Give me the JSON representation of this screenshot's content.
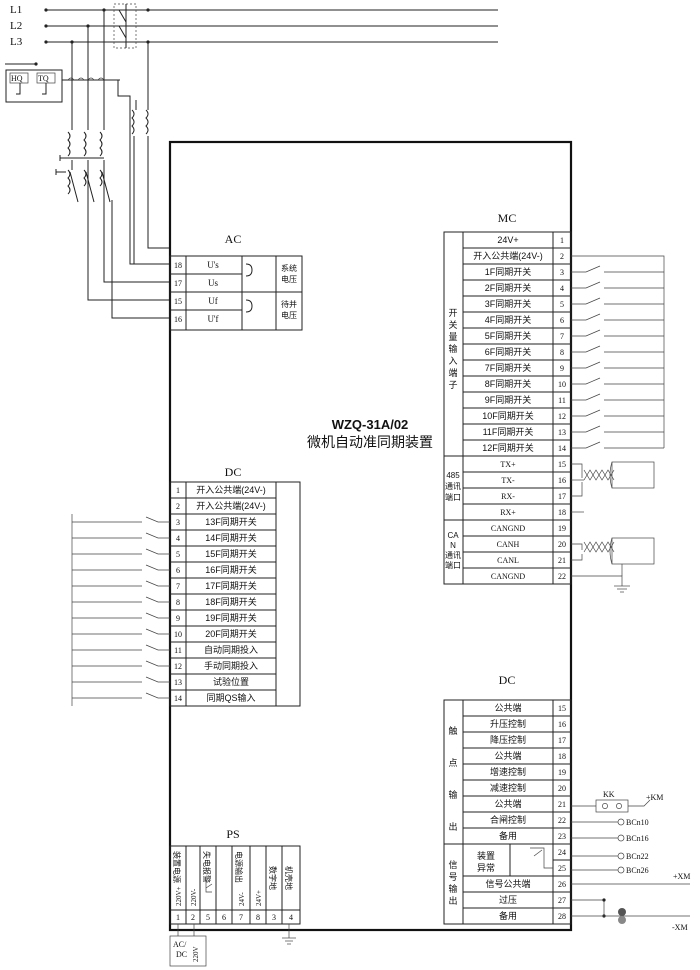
{
  "bus": {
    "l1": "L1",
    "l2": "L2",
    "l3": "L3"
  },
  "relays": {
    "hq": "HQ",
    "tq": "TQ"
  },
  "device": {
    "model": "WZQ-31A/02",
    "name": "微机自动准同期装置"
  },
  "ac": {
    "title": "AC",
    "rows": [
      {
        "num": "18",
        "label": "U's"
      },
      {
        "num": "17",
        "label": "Us"
      },
      {
        "num": "15",
        "label": "Uf"
      },
      {
        "num": "16",
        "label": "U'f"
      }
    ],
    "sys_label_1": "系统",
    "sys_label_2": "电压",
    "gen_label_1": "待并",
    "gen_label_2": "电压"
  },
  "dc_left": {
    "title": "DC",
    "rows": [
      {
        "num": "1",
        "label": "开入公共端(24V-)"
      },
      {
        "num": "2",
        "label": "开入公共端(24V-)"
      },
      {
        "num": "3",
        "label": "13F同期开关"
      },
      {
        "num": "4",
        "label": "14F同期开关"
      },
      {
        "num": "5",
        "label": "15F同期开关"
      },
      {
        "num": "6",
        "label": "16F同期开关"
      },
      {
        "num": "7",
        "label": "17F同期开关"
      },
      {
        "num": "8",
        "label": "18F同期开关"
      },
      {
        "num": "9",
        "label": "19F同期开关"
      },
      {
        "num": "10",
        "label": "20F同期开关"
      },
      {
        "num": "11",
        "label": "自动同期投入"
      },
      {
        "num": "12",
        "label": "手动同期投入"
      },
      {
        "num": "13",
        "label": "试验位置"
      },
      {
        "num": "14",
        "label": "同期QS输入"
      }
    ]
  },
  "mc": {
    "title": "MC",
    "group_label": "开关量输入端子",
    "rows": [
      {
        "num": "1",
        "label": "24V+"
      },
      {
        "num": "2",
        "label": "开入公共端(24V-)"
      },
      {
        "num": "3",
        "label": "1F同期开关"
      },
      {
        "num": "4",
        "label": "2F同期开关"
      },
      {
        "num": "5",
        "label": "3F同期开关"
      },
      {
        "num": "6",
        "label": "4F同期开关"
      },
      {
        "num": "7",
        "label": "5F同期开关"
      },
      {
        "num": "8",
        "label": "6F同期开关"
      },
      {
        "num": "9",
        "label": "7F同期开关"
      },
      {
        "num": "10",
        "label": "8F同期开关"
      },
      {
        "num": "11",
        "label": "9F同期开关"
      },
      {
        "num": "12",
        "label": "10F同期开关"
      },
      {
        "num": "13",
        "label": "11F同期开关"
      },
      {
        "num": "14",
        "label": "12F同期开关"
      },
      {
        "num": "15",
        "label": "TX+"
      },
      {
        "num": "16",
        "label": "TX-"
      },
      {
        "num": "17",
        "label": "RX-"
      },
      {
        "num": "18",
        "label": "RX+"
      },
      {
        "num": "19",
        "label": "CANGND"
      },
      {
        "num": "20",
        "label": "CANH"
      },
      {
        "num": "21",
        "label": "CANL"
      },
      {
        "num": "22",
        "label": "CANGND"
      }
    ],
    "rs485_label": [
      "485",
      "通讯",
      "端口"
    ],
    "can_label": [
      "CA",
      "N",
      "通讯",
      "端口"
    ]
  },
  "dc_right": {
    "title": "DC",
    "contact_label": [
      "触",
      "点",
      "输",
      "出"
    ],
    "signal_label": [
      "信",
      "号",
      "输",
      "出"
    ],
    "rows": [
      {
        "num": "15",
        "label": "公共端"
      },
      {
        "num": "16",
        "label": "升压控制"
      },
      {
        "num": "17",
        "label": "降压控制"
      },
      {
        "num": "18",
        "label": "公共端"
      },
      {
        "num": "19",
        "label": "增速控制"
      },
      {
        "num": "20",
        "label": "减速控制"
      },
      {
        "num": "21",
        "label": "公共端"
      },
      {
        "num": "22",
        "label": "合闸控制"
      },
      {
        "num": "23",
        "label": "备用"
      },
      {
        "num": "24",
        "label": ""
      },
      {
        "num": "25",
        "label": ""
      },
      {
        "num": "26",
        "label": "信号公共端"
      },
      {
        "num": "27",
        "label": "过压"
      },
      {
        "num": "28",
        "label": "备用"
      }
    ],
    "fault_label_1": "装置",
    "fault_label_2": "异常",
    "kk": "KK",
    "plus_km": "+KM",
    "bcn10": "BCn10",
    "bcn16": "BCn16",
    "bcn22": "BCn22",
    "bcn26": "BCn26",
    "plus_xm": "+XM",
    "minus_xm": "-XM"
  },
  "ps": {
    "title": "PS",
    "g1": "装置电源",
    "g2": "失电报警",
    "g3": "电源输出",
    "g4": "数字地",
    "g5": "机壳地",
    "pins": [
      {
        "num": "1",
        "label": "220V+"
      },
      {
        "num": "2",
        "label": "220V-"
      },
      {
        "num": "5",
        "label": ""
      },
      {
        "num": "6",
        "label": ""
      },
      {
        "num": "7",
        "label": "24V-"
      },
      {
        "num": "8",
        "label": "24V+"
      },
      {
        "num": "3",
        "label": ""
      },
      {
        "num": "4",
        "label": ""
      }
    ],
    "supply_1": "AC/",
    "supply_2": "DC",
    "supply_3": "220V"
  }
}
